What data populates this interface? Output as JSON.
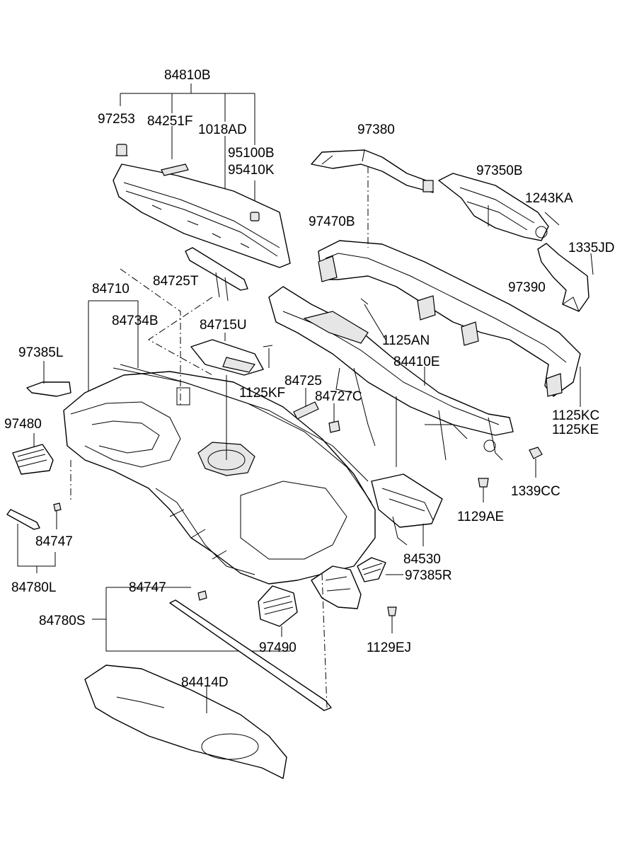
{
  "diagram": {
    "labels": {
      "l84810B": "84810B",
      "l97253": "97253",
      "l84251F": "84251F",
      "l1018AD": "1018AD",
      "l95100B": "95100B",
      "l95410K": "95410K",
      "l97380": "97380",
      "l97350B": "97350B",
      "l1243KA": "1243KA",
      "l97470B": "97470B",
      "l1335JD": "1335JD",
      "l97390": "97390",
      "l84725T": "84725T",
      "l84710": "84710",
      "l84734B": "84734B",
      "l84715U": "84715U",
      "l1125AN": "1125AN",
      "l97385L": "97385L",
      "l1125KF": "1125KF",
      "l84410E": "84410E",
      "l84725": "84725",
      "l84727C": "84727C",
      "l1125KC": "1125KC",
      "l1125KE": "1125KE",
      "l97480": "97480",
      "l1339CC": "1339CC",
      "l1129AE": "1129AE",
      "l84747a": "84747",
      "l84530": "84530",
      "l97385R": "97385R",
      "l84780L": "84780L",
      "l84747b": "84747",
      "l84780S": "84780S",
      "l97490": "97490",
      "l1129EJ": "1129EJ",
      "l84414D": "84414D"
    }
  }
}
